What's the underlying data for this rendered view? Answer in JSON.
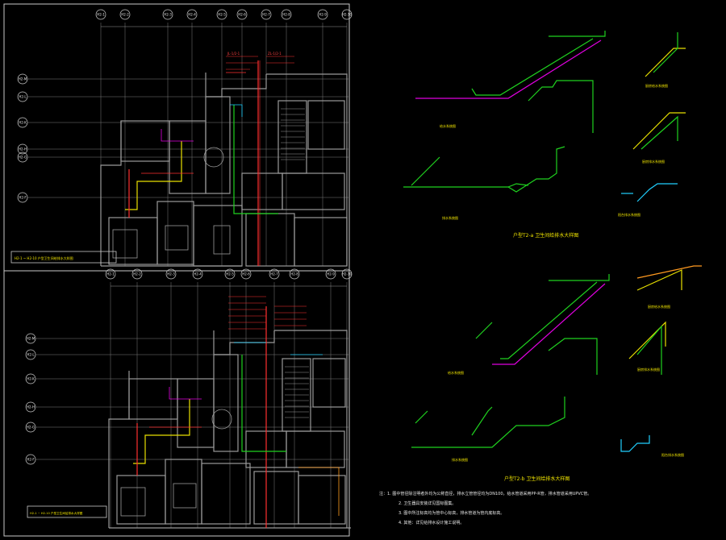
{
  "colors": {
    "background": "#000000",
    "frame": "#c8c8c8",
    "wall": "#9a9a9a",
    "grid": "#7d7d7d",
    "pipe_green": "#1fd11f",
    "pipe_magenta": "#e000e0",
    "pipe_red": "#ff3030",
    "pipe_yellow": "#e8e000",
    "pipe_cyan": "#20d0ff",
    "pipe_orange": "#ff9a20",
    "label_yellow": "#f2e600"
  },
  "top_plan": {
    "grid_axes_top": [
      "H2-1",
      "H2-2",
      "H2-3",
      "H2-4",
      "H2-5",
      "H2-6",
      "H2-7",
      "H2-8",
      "H2-9",
      "H2-10"
    ],
    "grid_axes_left": [
      "H2-M",
      "H2-L",
      "H2-K",
      "H2-H",
      "H2-G",
      "H2-F"
    ],
    "title_bar": "H2-1 ~ H2-10 户型卫生间给排水大样图"
  },
  "bottom_plan": {
    "grid_axes_top": [
      "H2-1",
      "H2-2",
      "H2-3",
      "H2-4",
      "H2-5",
      "H2-6",
      "H2-7",
      "H2-8",
      "H2-9",
      "H2-10"
    ],
    "grid_axes_left": [
      "H2-M",
      "H2-L",
      "H2-K",
      "H2-H",
      "H2-G",
      "H2-F"
    ],
    "title_bar": "H2-1 ~ H2-10 户型卫生间给排水大样图"
  },
  "top_section": {
    "title": "户型T2-a 卫生间给排水大样图",
    "captions": [
      "给水系统图",
      "排水系统图",
      "厨房给水系统图",
      "厨房排水系统图",
      "阳台排水系统图"
    ]
  },
  "bottom_section": {
    "title": "户型T2-b 卫生间给排水大样图",
    "captions": [
      "给水系统图",
      "排水系统图",
      "厨房给水系统图",
      "厨房排水系统图",
      "阳台排水系统图"
    ]
  },
  "notes": [
    "注：1. 图中管径除注明者外均为公称直径，排水立管管径均为DN100，给水管道采用PP-R管，排水管道采用UPVC管。",
    "2. 卫生器具安装详见国标图集。",
    "3. 图中所注标高均为管中心标高，排水管道为管内底标高。",
    "4. 其他：详见给排水设计施工说明。"
  ]
}
